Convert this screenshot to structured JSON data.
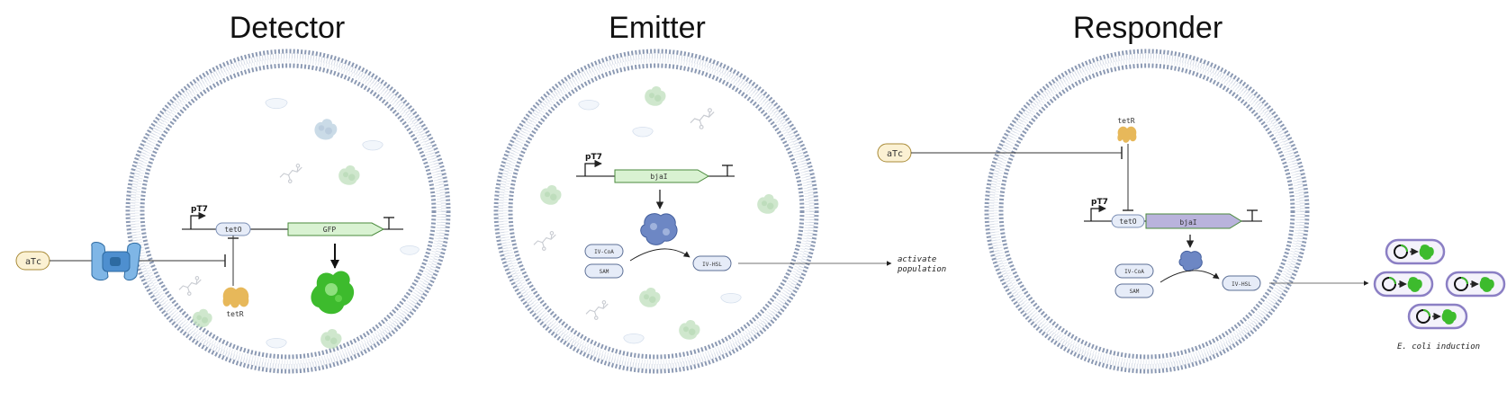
{
  "titles": {
    "detector": "Detector",
    "emitter": "Emitter",
    "responder": "Responder"
  },
  "detector": {
    "atc": "aTc",
    "promoter": "pT7",
    "operator": "tetO",
    "gene": "GFP",
    "repressor": "tetR"
  },
  "emitter": {
    "promoter": "pT7",
    "gene": "bjaI",
    "substrate1": "IV-CoA",
    "substrate2": "SAM",
    "product": "IV-HSL",
    "output_line1": "activate",
    "output_line2": "population"
  },
  "responder": {
    "atc": "aTc",
    "repressor": "tetR",
    "promoter": "pT7",
    "operator": "tetO",
    "gene": "bjaI",
    "substrate1": "IV-CoA",
    "substrate2": "SAM",
    "product": "IV-HSL",
    "output_label": "E. coli induction"
  },
  "colors": {
    "membrane": "#8b99b3",
    "gfp_fill": "#d9f2d2",
    "gfp_stroke": "#4a8a3c",
    "bjai_responder_fill": "#b9b3dc",
    "node_fill": "#e6ecf8",
    "node_stroke": "#5c6f96",
    "atc_fill": "#fbf1d3",
    "atc_stroke": "#a88a37",
    "green_protein": "#3dbb2d",
    "ecoli_border": "#8b7fc4",
    "tetr": "#e7b85a"
  }
}
